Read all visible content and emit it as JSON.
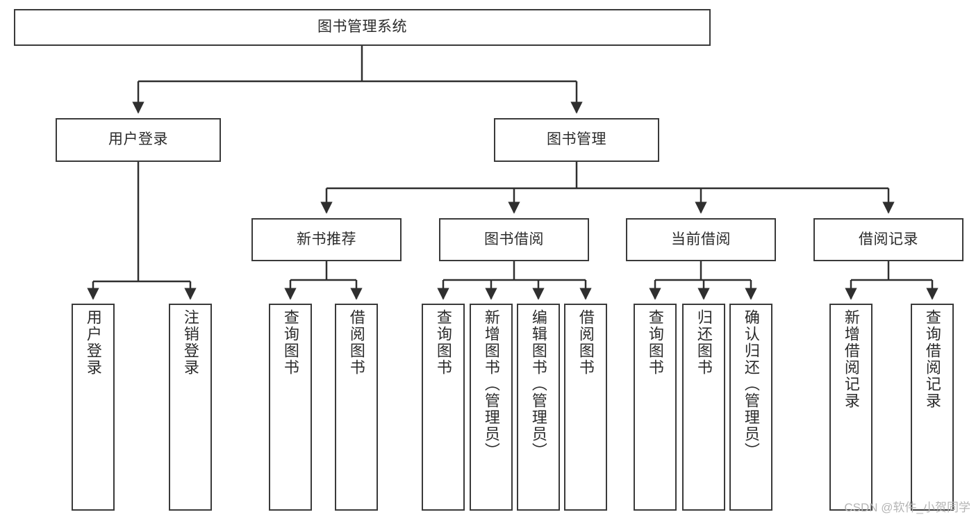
{
  "diagram": {
    "title": "图书管理系统",
    "type": "tree-hierarchy-chart",
    "root": {
      "id": "root",
      "label": "图书管理系统"
    },
    "level1": [
      {
        "id": "user-login",
        "label": "用户登录"
      },
      {
        "id": "book-management",
        "label": "图书管理"
      }
    ],
    "level2": [
      {
        "id": "new-book-recommend",
        "label": "新书推荐"
      },
      {
        "id": "book-borrow",
        "label": "图书借阅"
      },
      {
        "id": "current-borrow",
        "label": "当前借阅"
      },
      {
        "id": "borrow-record",
        "label": "借阅记录"
      }
    ],
    "leaves": {
      "user_login": [
        {
          "id": "leaf-user-login",
          "label": "用户登录"
        },
        {
          "id": "leaf-logout-login",
          "label": "注销登录"
        }
      ],
      "new_book_recommend": [
        {
          "id": "leaf-query-book-1",
          "label": "查询图书"
        },
        {
          "id": "leaf-borrow-book-1",
          "label": "借阅图书"
        }
      ],
      "book_borrow": [
        {
          "id": "leaf-query-book-2",
          "label": "查询图书"
        },
        {
          "id": "leaf-add-book",
          "label": "新增图书（管理员）"
        },
        {
          "id": "leaf-edit-book",
          "label": "编辑图书（管理员）"
        },
        {
          "id": "leaf-borrow-book-2",
          "label": "借阅图书"
        }
      ],
      "current_borrow": [
        {
          "id": "leaf-query-book-3",
          "label": "查询图书"
        },
        {
          "id": "leaf-return-book",
          "label": "归还图书"
        },
        {
          "id": "leaf-confirm-return",
          "label": "确认归还（管理员）"
        }
      ],
      "borrow_record": [
        {
          "id": "leaf-add-record",
          "label": "新增借阅记录"
        },
        {
          "id": "leaf-query-record",
          "label": "查询借阅记录"
        }
      ]
    }
  },
  "watermark": {
    "text": "CSDN @软件_小贺同学"
  },
  "colors": {
    "box_border": "#3a3a3a",
    "box_fill": "#ffffff",
    "connector": "#2f2f2f",
    "text": "#2b2b2b",
    "watermark": "#b4b4b4",
    "background": "#ffffff"
  }
}
